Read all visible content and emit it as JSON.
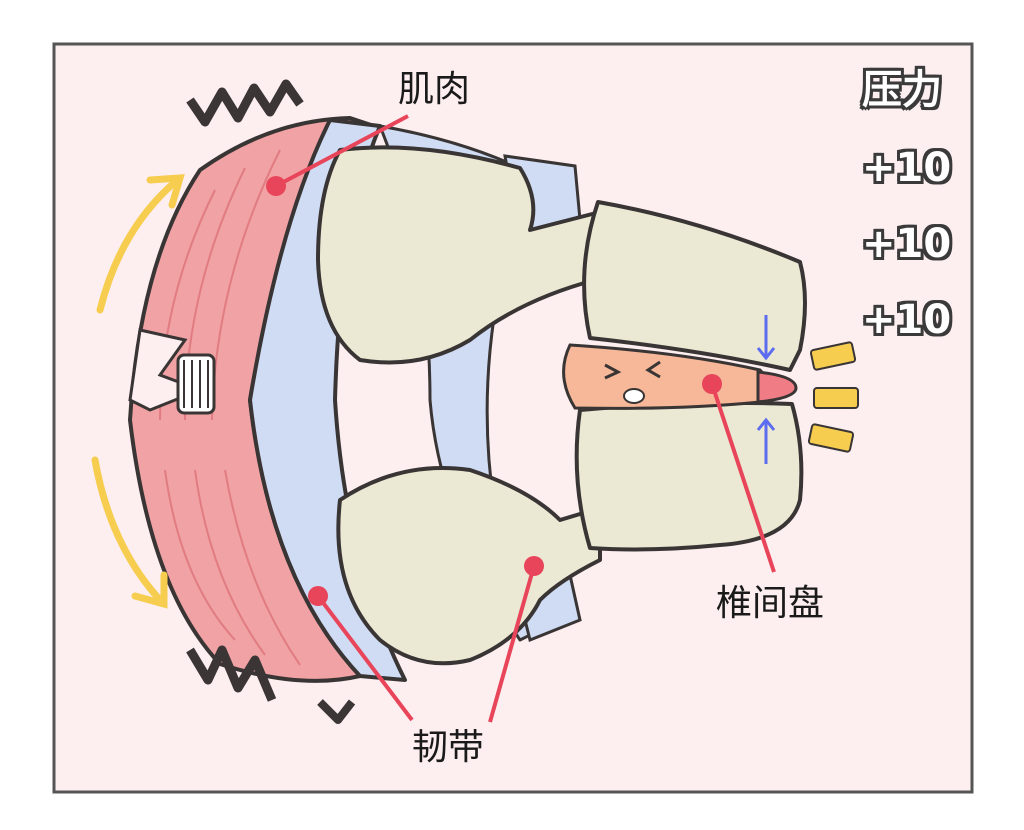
{
  "labels": {
    "muscle": "肌肉",
    "ligament": "韧带",
    "disc": "椎间盘"
  },
  "pressure": {
    "title": "压力",
    "increments": [
      "+10",
      "+10",
      "+10"
    ]
  },
  "colors": {
    "frame_border": "#555555",
    "panel_bg": "#fdeef0",
    "muscle": "#f1a2a4",
    "ligament": "#cfdcf4",
    "bone": "#ebe8d3",
    "disc": "#f6b898",
    "pointer": "#e8455a",
    "curved_arrow": "#f6cd4f",
    "compression_arrow": "#5b6cf0",
    "stress_zigzag": "#3b3535"
  }
}
